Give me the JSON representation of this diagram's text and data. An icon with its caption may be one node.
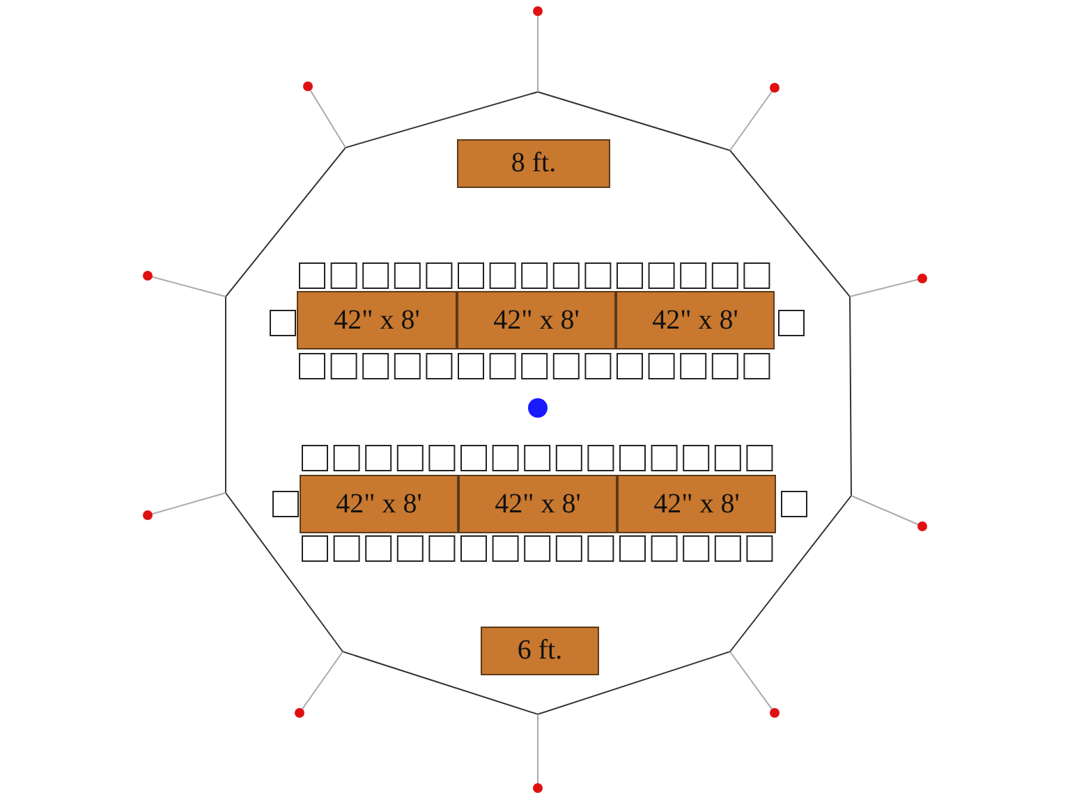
{
  "diagram": {
    "nodes": [
      {
        "text": [
          "8 ft."
        ]
      },
      {
        "text": [
          "42\" x 8'"
        ]
      },
      {
        "text": [
          "42\" x 8'"
        ]
      },
      {
        "text": [
          "42\" x 8'"
        ]
      },
      {
        "text": [
          "42\" x 8'"
        ]
      },
      {
        "text": [
          "42\" x 8'"
        ]
      },
      {
        "text": [
          "42\" x 8'"
        ]
      },
      {
        "text": [
          "6 ft."
        ]
      }
    ]
  }
}
